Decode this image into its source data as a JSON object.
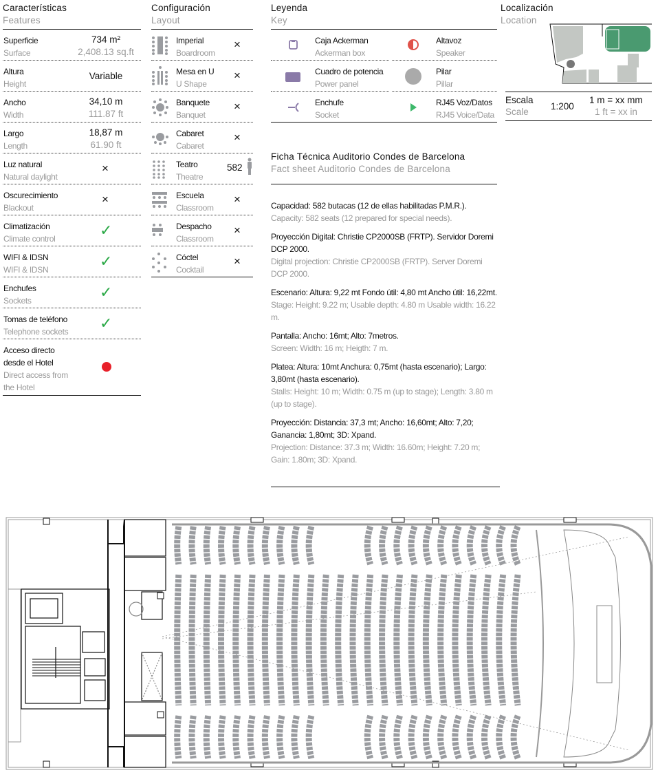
{
  "features": {
    "title": "Características",
    "subtitle": "Features",
    "items": [
      {
        "es": "Superficie",
        "en": "Surface",
        "value": "734 m²",
        "value_en": "2,408.13 sq.ft"
      },
      {
        "es": "Altura",
        "en": "Height",
        "value": "Variable"
      },
      {
        "es": "Ancho",
        "en": "Width",
        "value": "34,10 m",
        "value_en": "111.87 ft"
      },
      {
        "es": "Largo",
        "en": "Length",
        "value": "18,87 m",
        "value_en": "61.90 ft"
      },
      {
        "es": "Luz natural",
        "en": "Natural daylight",
        "mark": "×"
      },
      {
        "es": "Oscurecimiento",
        "en": "Blackout",
        "mark": "×"
      },
      {
        "es": "Climatización",
        "en": "Climate control",
        "mark": "✓"
      },
      {
        "es": "WIFI & IDSN",
        "en": "WIFI & IDSN",
        "mark": "✓"
      },
      {
        "es": "Enchufes",
        "en": "Sockets",
        "mark": "✓"
      },
      {
        "es": "Tomas de teléfono",
        "en": "Telephone sockets",
        "mark": "✓"
      },
      {
        "es1": "Acceso directo",
        "es2": "desde el Hotel",
        "en1": "Direct access from",
        "en2": "the Hotel",
        "status_color": "#e8202a"
      }
    ]
  },
  "layout": {
    "title": "Configuración",
    "subtitle": "Layout",
    "items": [
      {
        "es": "Imperial",
        "en": "Boardroom",
        "mark": "×",
        "icon": "boardroom-icon"
      },
      {
        "es": "Mesa en U",
        "en": "U Shape",
        "mark": "×",
        "icon": "u-shape-icon"
      },
      {
        "es": "Banquete",
        "en": "Banquet",
        "mark": "×",
        "icon": "banquet-icon"
      },
      {
        "es": "Cabaret",
        "en": "Cabaret",
        "mark": "×",
        "icon": "cabaret-icon"
      },
      {
        "es": "Teatro",
        "en": "Theatre",
        "capacity": "582",
        "icon": "theatre-icon"
      },
      {
        "es": "Escuela",
        "en": "Classroom",
        "mark": "×",
        "icon": "classroom-icon"
      },
      {
        "es": "Despacho",
        "en": "Classroom",
        "mark": "×",
        "icon": "office-icon"
      },
      {
        "es": "Cóctel",
        "en": "Cocktail",
        "mark": "×",
        "icon": "cocktail-icon"
      }
    ]
  },
  "key": {
    "title": "Leyenda",
    "subtitle": "Key",
    "items": [
      {
        "es": "Caja Ackerman",
        "en": "Ackerman box",
        "icon": "ackerman-box-icon",
        "color": "#8a7aa8"
      },
      {
        "es": "Altavoz",
        "en": "Speaker",
        "icon": "speaker-icon",
        "color": "#e0524a"
      },
      {
        "es": "Cuadro de potencia",
        "en": "Power panel",
        "icon": "power-panel-icon",
        "color": "#8a7aa8"
      },
      {
        "es": "Pilar",
        "en": "Pillar",
        "icon": "pillar-icon",
        "color": "#aaaaaa"
      },
      {
        "es": "Enchufe",
        "en": "Socket",
        "icon": "socket-icon",
        "color": "#8a7aa8"
      },
      {
        "es": "RJ45 Voz/Datos",
        "en": "RJ45 Voice/Data",
        "icon": "rj45-icon",
        "color": "#3cb86a"
      }
    ]
  },
  "location": {
    "title": "Localización",
    "subtitle": "Location",
    "highlight_color": "#4a9a70"
  },
  "scale": {
    "es": "Escala",
    "en": "Scale",
    "ratio": "1:200",
    "metric": "1 m = xx mm",
    "imperial": "1 ft = xx in"
  },
  "fact": {
    "title": "Ficha Técnica Auditorio Condes de Barcelona",
    "subtitle": "Fact sheet Auditorio Condes de Barcelona",
    "paragraphs": [
      {
        "es": "Capacidad: 582 butacas (12 de ellas habilitadas P.M.R.).",
        "en": "Capacity: 582 seats (12 prepared for special needs)."
      },
      {
        "es": "Proyección Digital: Christie CP2000SB (FRTP). Servidor Doremi DCP 2000.",
        "en": "Digital projection: Christie CP2000SB (FRTP). Server Doremi DCP 2000."
      },
      {
        "es": "Escenario: Altura: 9,22 mt  Fondo útil: 4,80 mt  Ancho útil: 16,22mt.",
        "en": "Stage: Height: 9.22 m; Usable depth: 4.80 m Usable width: 16.22 m."
      },
      {
        "es": "Pantalla: Ancho: 16mt; Alto: 7metros.",
        "en": "Screen: Width: 16 m; Heigth: 7 m."
      },
      {
        "es": "Platea: Altura: 10mt  Anchura: 0,75mt (hasta escenario); Largo: 3,80mt (hasta escenario).",
        "en": "Stalls: Height: 10 m; Width: 0.75 m (up to stage); Length: 3.80 m (up to stage)."
      },
      {
        "es": "Proyección: Distancia: 37,3 mt; Ancho: 16,60mt; Alto: 7,20; Ganancia: 1,80mt; 3D: Xpand.",
        "en": "Projection: Distance: 37.3 m; Width: 16.60m; Height: 7.20 m; Gain: 1.80m; 3D: Xpand."
      }
    ]
  }
}
